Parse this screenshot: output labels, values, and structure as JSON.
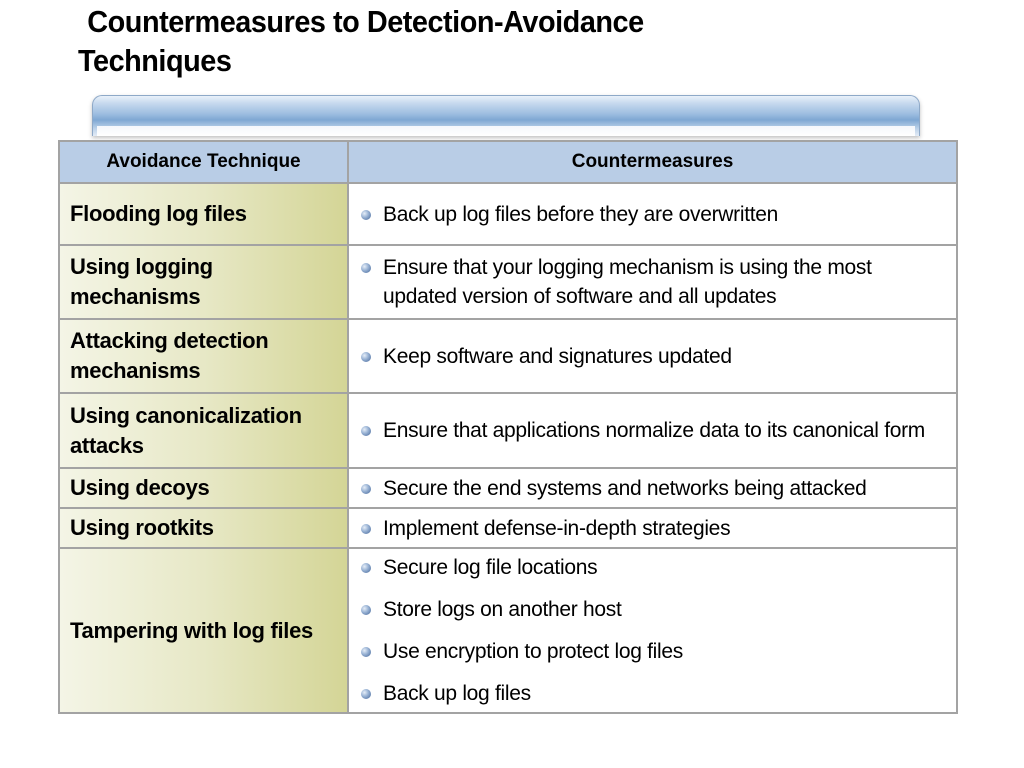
{
  "slide": {
    "title_line1": "Countermeasures to Detection-Avoidance",
    "title_line2": "Techniques"
  },
  "table": {
    "headers": [
      "Avoidance Technique",
      "Countermeasures"
    ],
    "rows": [
      {
        "technique": "Flooding log files",
        "countermeasures": [
          "Back up log files before they are overwritten"
        ]
      },
      {
        "technique": "Using logging mechanisms",
        "countermeasures": [
          "Ensure that your logging mechanism is using the most updated version of software and all updates"
        ]
      },
      {
        "technique": "Attacking detection mechanisms",
        "countermeasures": [
          "Keep software and signatures updated"
        ]
      },
      {
        "technique": "Using canonicalization attacks",
        "countermeasures": [
          "Ensure that applications normalize data to its canonical form"
        ]
      },
      {
        "technique": "Using decoys",
        "countermeasures": [
          "Secure the end systems and networks being attacked"
        ]
      },
      {
        "technique": "Using rootkits",
        "countermeasures": [
          "Implement defense-in-depth strategies"
        ]
      },
      {
        "technique": "Tampering with log files",
        "countermeasures": [
          "Secure log file locations",
          "Store logs on another host",
          "Use encryption to protect log files",
          "Back up log files"
        ]
      }
    ]
  },
  "colors": {
    "header_bg": "#b9cde6",
    "technique_bg_end": "#d4d596",
    "border": "#a3a3a3",
    "bullet": "#3f6296"
  },
  "icons": {
    "bullet": "round-bullet-icon"
  }
}
